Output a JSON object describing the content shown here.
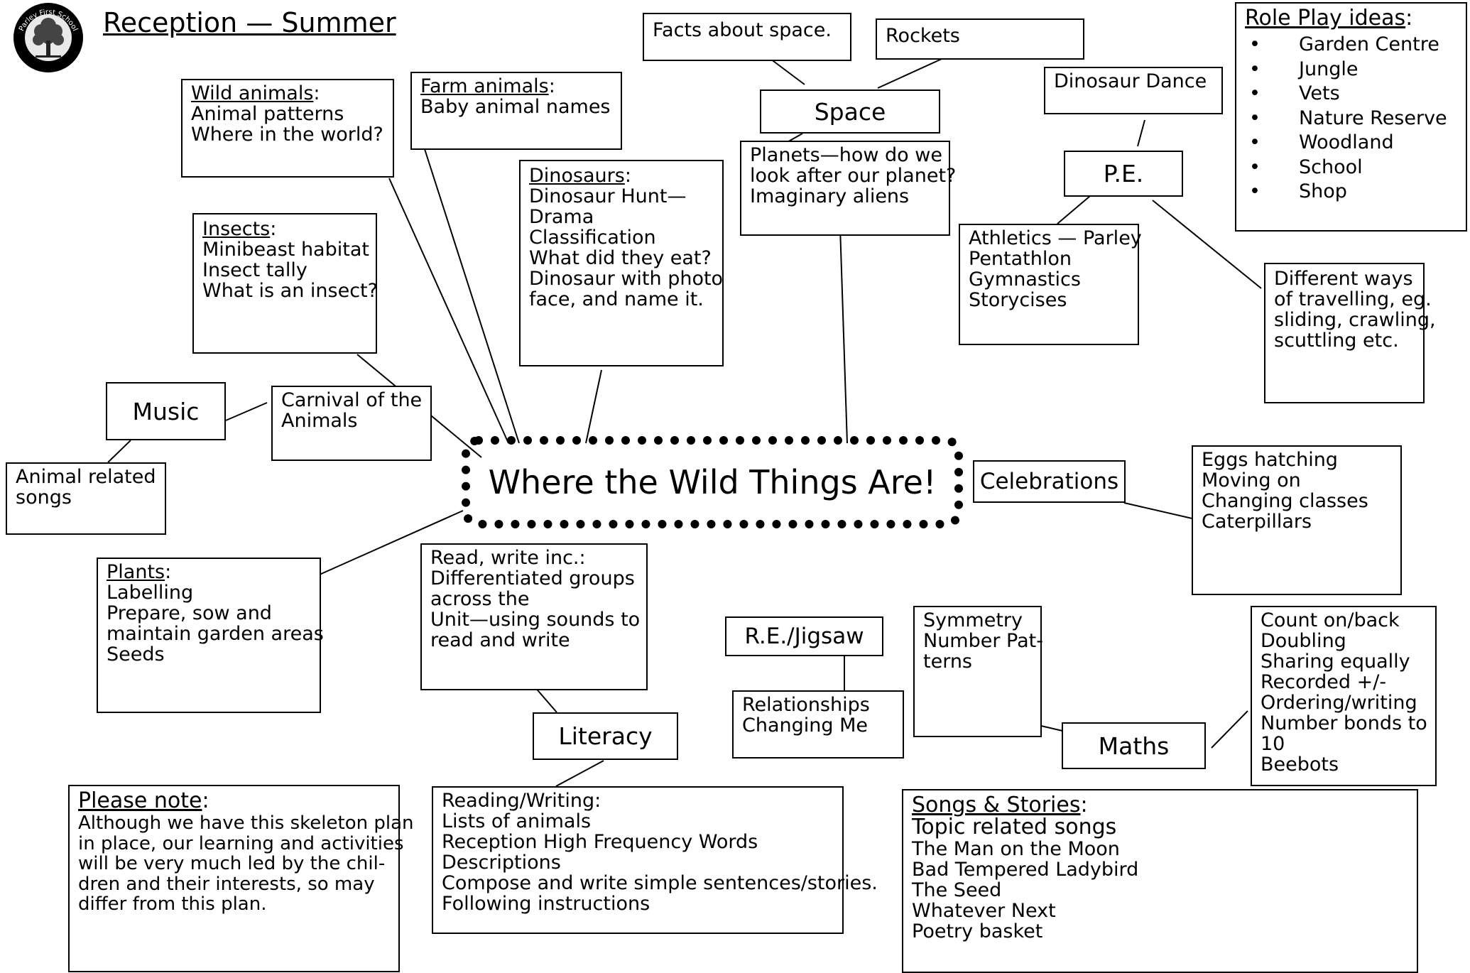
{
  "page_title": "Reception — Summer",
  "logo": {
    "text": "Parley First School"
  },
  "central_topic": "Where the Wild Things Are!",
  "facts_about_space": "Facts about space.",
  "rockets": "Rockets",
  "space_label": "Space",
  "space_topics": [
    "Planets—how do we",
    "look after our planet?",
    "Imaginary aliens"
  ],
  "wild_animals": {
    "heading": "Wild animals",
    "items": [
      "Animal patterns",
      "Where in the world?"
    ]
  },
  "farm_animals": {
    "heading": "Farm animals",
    "items": [
      "Baby animal names"
    ]
  },
  "dinosaurs": {
    "heading": "Dinosaurs",
    "items": [
      "Dinosaur Hunt—",
      "Drama",
      "Classification",
      "What did they eat?",
      "Dinosaur with photo",
      "face, and name it."
    ]
  },
  "insects": {
    "heading": "Insects",
    "items": [
      "Minibeast habitat",
      "Insect tally",
      "What is an insect?"
    ]
  },
  "music_label": "Music",
  "carnival": [
    "Carnival of the",
    "Animals"
  ],
  "animal_songs": [
    "Animal related",
    "songs"
  ],
  "plants": {
    "heading": "Plants",
    "items": [
      "Labelling",
      "Prepare, sow and",
      "maintain garden areas",
      "Seeds"
    ]
  },
  "dinosaur_dance": "Dinosaur Dance",
  "pe_label": "P.E.",
  "pe_activities": [
    "Athletics — Parley",
    "Pentathlon",
    "Gymnastics",
    "Storycises"
  ],
  "travelling": [
    "Different ways",
    "of travelling, eg.",
    "sliding, crawling,",
    "scuttling etc."
  ],
  "role_play": {
    "heading": "Role Play ideas",
    "items": [
      "Garden Centre",
      "Jungle",
      "Vets",
      "Nature Reserve",
      "Woodland",
      "School",
      "Shop"
    ]
  },
  "celebrations_label": "Celebrations",
  "celebrations_items": [
    "Eggs hatching",
    "Moving on",
    "Changing classes",
    "Caterpillars"
  ],
  "read_write": [
    "Read, write inc.:",
    "Differentiated groups",
    "across the",
    "Unit—using sounds to",
    "read and write"
  ],
  "literacy_label": "Literacy",
  "reading_writing": [
    "Reading/Writing:",
    "Lists of animals",
    "Reception High Frequency Words",
    "Descriptions",
    "Compose and write simple sentences/stories.",
    "Following instructions"
  ],
  "re_label": "R.E./Jigsaw",
  "re_items": [
    "Relationships",
    "Changing Me"
  ],
  "symmetry": [
    "Symmetry",
    "Number Pat-",
    "terns"
  ],
  "maths_label": "Maths",
  "maths_items": [
    "Count on/back",
    "Doubling",
    "Sharing equally",
    "Recorded +/-",
    "Ordering/writing",
    "Number bonds to",
    "10",
    "Beebots"
  ],
  "songs_stories": {
    "heading": "Songs & Stories",
    "subheading": "Topic related songs",
    "items": [
      "The Man on the Moon",
      "Bad Tempered Ladybird",
      "The Seed",
      "Whatever Next",
      "Poetry basket"
    ]
  },
  "please_note": {
    "heading": "Please note",
    "lines": [
      "Although we have this skeleton plan",
      "in place, our learning and activities",
      "will be very much led by the chil-",
      "dren and their interests, so may",
      "differ from this plan."
    ]
  }
}
